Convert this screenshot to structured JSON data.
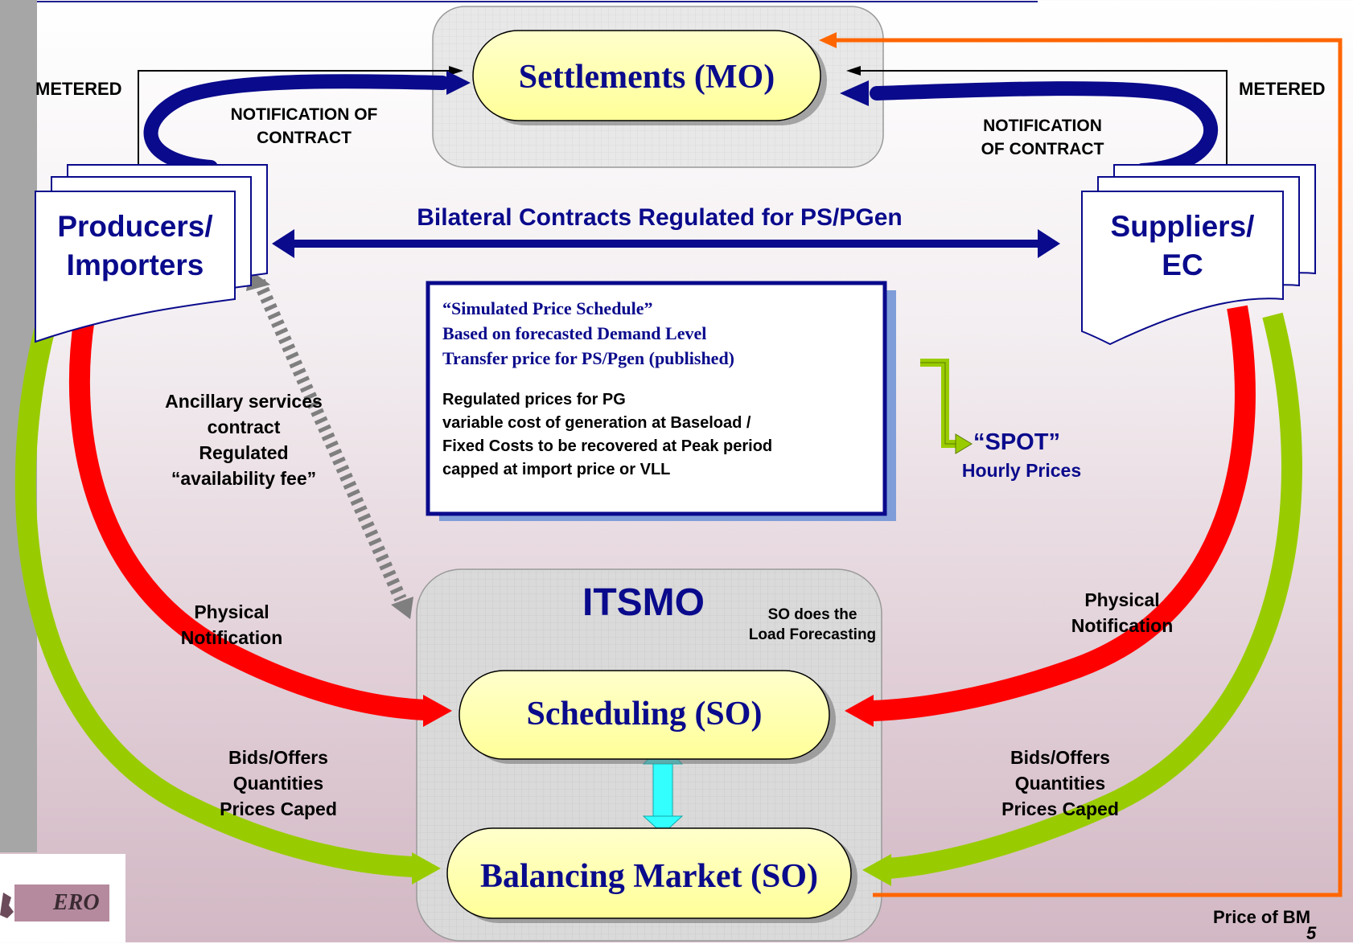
{
  "nodes": {
    "settlements": "Settlements (MO)",
    "producers_line1": "Producers/",
    "producers_line2": "Importers",
    "suppliers_line1": "Suppliers/",
    "suppliers_line2": "EC",
    "itsmo": "ITSMO",
    "scheduling": "Scheduling (SO)",
    "balancing": "Balancing Market (SO)"
  },
  "labels": {
    "metered_left": "METERED",
    "metered_right": "METERED",
    "notif_contract_left": [
      "NOTIFICATION OF",
      "CONTRACT"
    ],
    "notif_contract_right": [
      "NOTIFICATION",
      "OF CONTRACT"
    ],
    "bilateral": "Bilateral Contracts Regulated for PS/PGen",
    "ancillary": [
      "Ancillary services",
      "contract",
      "Regulated",
      "“availability fee”"
    ],
    "physical_left": [
      "Physical",
      "Notification"
    ],
    "physical_right": [
      "Physical",
      "Notification"
    ],
    "bids_left": [
      "Bids/Offers",
      "Quantities",
      "Prices Caped"
    ],
    "bids_right": [
      "Bids/Offers",
      "Quantities",
      "Prices Caped"
    ],
    "so_forecast": [
      "SO does the",
      "Load Forecasting"
    ],
    "spot": "“SPOT”",
    "hourly": "Hourly Prices",
    "price_bm": "Price of BM",
    "page_number": "5",
    "logo": "ERO"
  },
  "info_box": {
    "lines_blue": [
      "“Simulated Price Schedule”",
      "Based on forecasted Demand Level",
      "Transfer price for PS/Pgen (published)"
    ],
    "lines_black": [
      "Regulated prices for PG",
      "variable cost of generation at Baseload /",
      "Fixed Costs to be recovered at Peak period",
      "capped at import price or VLL"
    ]
  },
  "colors": {
    "navy": "#0a0a8c",
    "red_arrow": "#ff0000",
    "green_arrow": "#99cc00",
    "orange_line": "#ff6600",
    "cyan_arrow": "#33ffff",
    "oval_fill": "#ffff99",
    "left_bar": "#a6a6a6"
  }
}
